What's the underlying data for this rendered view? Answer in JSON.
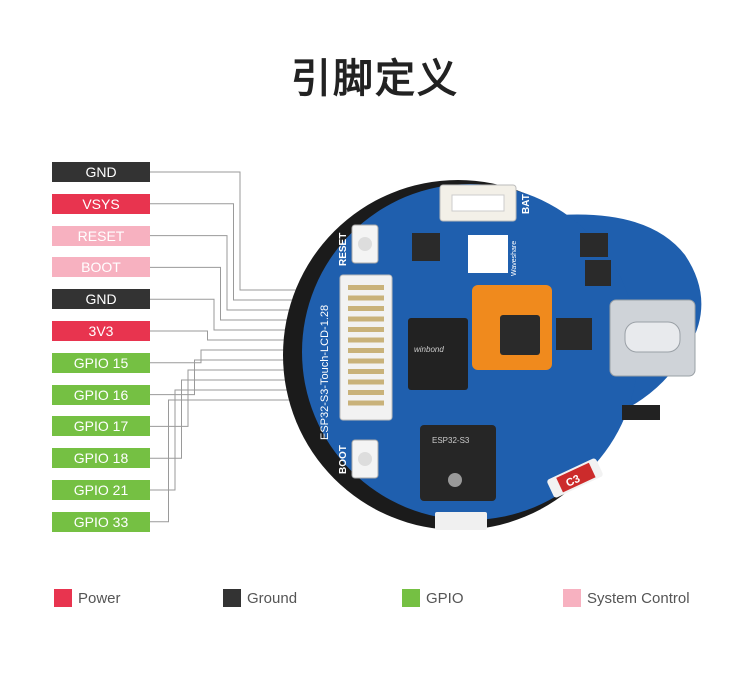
{
  "title": "引脚定义",
  "colors": {
    "power": "#e8344f",
    "ground": "#333333",
    "gpio": "#75c043",
    "system": "#f7b1c0",
    "board": "#1f5fae",
    "wire": "#9a9a9a"
  },
  "pins": [
    {
      "label": "GND",
      "type": "ground"
    },
    {
      "label": "VSYS",
      "type": "power"
    },
    {
      "label": "RESET",
      "type": "system"
    },
    {
      "label": "BOOT",
      "type": "system"
    },
    {
      "label": "GND",
      "type": "ground"
    },
    {
      "label": "3V3",
      "type": "power"
    },
    {
      "label": "GPIO 15",
      "type": "gpio"
    },
    {
      "label": "GPIO 16",
      "type": "gpio"
    },
    {
      "label": "GPIO 17",
      "type": "gpio"
    },
    {
      "label": "GPIO 18",
      "type": "gpio"
    },
    {
      "label": "GPIO 21",
      "type": "gpio"
    },
    {
      "label": "GPIO 33",
      "type": "gpio"
    }
  ],
  "board": {
    "silk_name": "ESP32-S3-Touch-LCD-1.28",
    "reset_label": "RESET",
    "boot_label": "BOOT",
    "bat_label": "BAT",
    "brand": "Waveshare",
    "chip_flash": "winbond",
    "chip_main": "ESP32-S3",
    "cap_label": "C3"
  },
  "legend": [
    {
      "label": "Power",
      "type": "power"
    },
    {
      "label": "Ground",
      "type": "ground"
    },
    {
      "label": "GPIO",
      "type": "gpio"
    },
    {
      "label": "System Control",
      "type": "system"
    }
  ]
}
